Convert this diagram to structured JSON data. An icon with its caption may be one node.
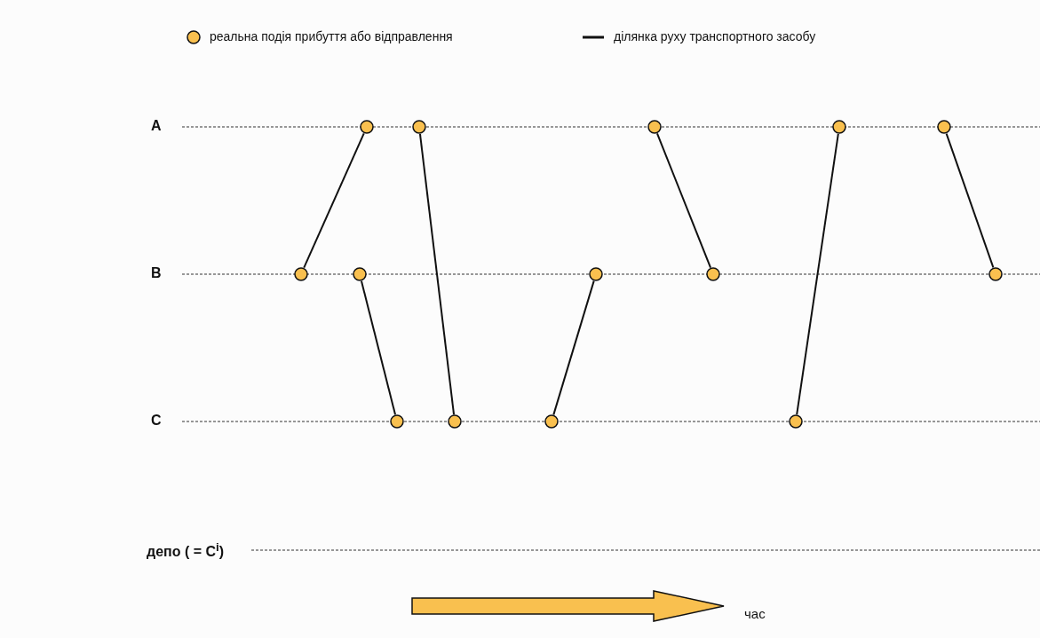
{
  "diagram": {
    "nodes": [
      {
        "text": [],
        "shape": "circle"
      },
      {
        "text": [],
        "shape": "circle"
      },
      {
        "text": [],
        "shape": "circle"
      },
      {
        "text": [],
        "shape": "circle"
      },
      {
        "text": [],
        "shape": "circle"
      },
      {
        "text": [],
        "shape": "circle"
      },
      {
        "text": [],
        "shape": "circle"
      },
      {
        "text": [],
        "shape": "circle"
      },
      {
        "text": [],
        "shape": "circle"
      },
      {
        "text": [],
        "shape": "circle"
      },
      {
        "text": [],
        "shape": "circle"
      },
      {
        "text": [],
        "shape": "circle"
      },
      {
        "text": [],
        "shape": "circle"
      },
      {
        "text": [],
        "shape": "circle"
      }
    ],
    "edges": [
      {
        "from": 0,
        "to": 2,
        "arrow": "none"
      },
      {
        "from": 1,
        "to": 3,
        "arrow": "none"
      },
      {
        "from": 4,
        "to": 5,
        "arrow": "none"
      },
      {
        "from": 6,
        "to": 7,
        "arrow": "none"
      },
      {
        "from": 8,
        "to": 9,
        "arrow": "none"
      },
      {
        "from": 10,
        "to": 11,
        "arrow": "none"
      },
      {
        "from": 12,
        "to": 13,
        "arrow": "none"
      }
    ],
    "labels": [
      "A",
      "B",
      "C",
      "депо ( = C$^{i}$)",
      "час"
    ],
    "legend": [
      {
        "text": "реальна подія прибуття або відправлення"
      },
      {
        "text": "ділянка руху транспортного засобу"
      }
    ]
  }
}
